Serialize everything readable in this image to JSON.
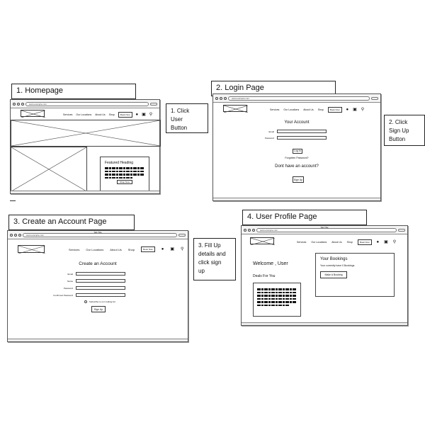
{
  "steps": [
    {
      "label": "1. Homepage"
    },
    {
      "label": "2. Login Page"
    },
    {
      "label": "3. Create an Account Page"
    },
    {
      "label": "4. User Profile Page"
    }
  ],
  "notes": [
    {
      "lines": [
        "1. Click",
        "User",
        "Button"
      ]
    },
    {
      "lines": [
        "2. Click",
        "Sign Up",
        "Button"
      ]
    },
    {
      "lines": [
        "3. Fill Up",
        "details and",
        "click sign",
        "up"
      ]
    }
  ],
  "browser": {
    "url": "www.example.com",
    "tab_title": "Tab Title"
  },
  "nav": {
    "items": [
      "Services",
      "Our Locations",
      "About Us",
      "Shop"
    ],
    "book_label": "Book Now",
    "icons": [
      "user-icon",
      "cart-icon",
      "search-icon"
    ]
  },
  "homepage": {
    "featured_heading": "Featured Heading",
    "button_label": "Shop Now"
  },
  "login": {
    "title": "Your Account",
    "email_label": "Email",
    "password_label": "Password",
    "login_button": "Log In",
    "forgot_link": "Forgotten Password?",
    "no_account": "Dont have an account?",
    "signup_button": "Sign Up"
  },
  "create_account": {
    "title": "Create an Account",
    "fields": [
      "Email",
      "Name",
      "Password",
      "Confirmed Password"
    ],
    "checkbox_label": "Subscribe to our mailing list",
    "signup_button": "Sign Up"
  },
  "profile": {
    "welcome": "Welcome , User",
    "deals": "Deals For You",
    "bookings_title": "Your Bookings",
    "bookings_text": "Your currently have 0 Bookings",
    "make_booking": "Make A Booking"
  }
}
